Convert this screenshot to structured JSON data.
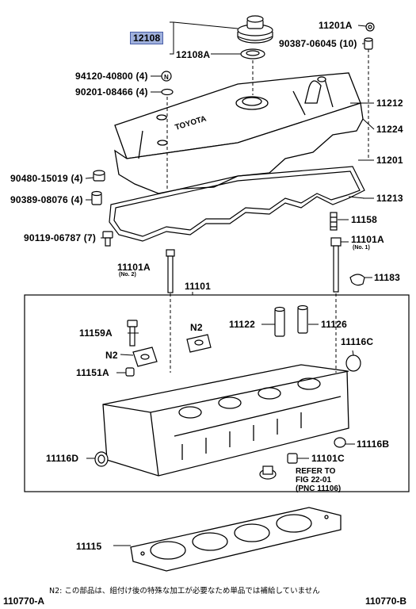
{
  "parts": {
    "p12108": "12108",
    "p12108A": "12108A",
    "p11201A": "11201A",
    "p90387": "90387-06045 (10)",
    "p94120": "94120-40800 (4)",
    "p90201": "90201-08466 (4)",
    "p11212": "11212",
    "p11224": "11224",
    "p11201": "11201",
    "p90480": "90480-15019 (4)",
    "p90389": "90389-08076 (4)",
    "p11213": "11213",
    "p11158": "11158",
    "p90119": "90119-06787 (7)",
    "p11101A_no1": "11101A",
    "no1": "(No. 1)",
    "p11101A_no2": "11101A",
    "no2": "(No. 2)",
    "p11183": "11183",
    "p11101": "11101",
    "p11122": "11122",
    "p11126": "11126",
    "p11159A": "11159A",
    "n2_top": "N2",
    "n2_left": "N2",
    "p11116C": "11116C",
    "p11151A": "11151A",
    "p11116B": "11116B",
    "p11116D": "11116D",
    "p11101C": "11101C",
    "p11115": "11115"
  },
  "reference": {
    "line1": "REFER TO",
    "line2": "FIG 22-01",
    "line3": "(PNC 11106)"
  },
  "cover_brand": "TOYOTA",
  "footnote": "N2: この部品は、組付け後の特殊な加工が必要なため単品では補給していません",
  "figure_code_left": "110770-A",
  "figure_code_right": "110770-B",
  "colors": {
    "highlight_fill": "#9fb0dc",
    "highlight_border": "#4a5fa8",
    "line": "#000000"
  }
}
